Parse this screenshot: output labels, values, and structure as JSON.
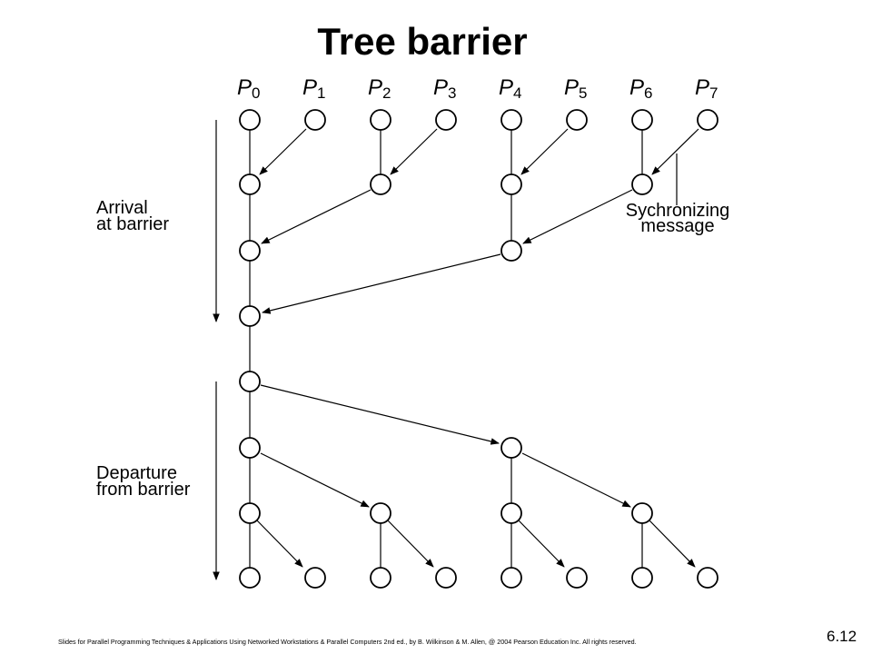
{
  "title": "Tree barrier",
  "processes": [
    {
      "letter": "P",
      "sub": "0"
    },
    {
      "letter": "P",
      "sub": "1"
    },
    {
      "letter": "P",
      "sub": "2"
    },
    {
      "letter": "P",
      "sub": "3"
    },
    {
      "letter": "P",
      "sub": "4"
    },
    {
      "letter": "P",
      "sub": "5"
    },
    {
      "letter": "P",
      "sub": "6"
    },
    {
      "letter": "P",
      "sub": "7"
    }
  ],
  "labels": {
    "arrival_line1": "Arrival",
    "arrival_line2": "at barrier",
    "departure_line1": "Departure",
    "departure_line2": "from barrier",
    "sync_line1": "Sychronizing",
    "sync_line2": "message"
  },
  "footer": "Slides for Parallel Programming Techniques & Applications Using Networked Workstations & Parallel Computers 2nd ed., by B. Wilkinson & M. Allen, @ 2004 Pearson Education Inc. All rights reserved.",
  "page_number": "6.12"
}
